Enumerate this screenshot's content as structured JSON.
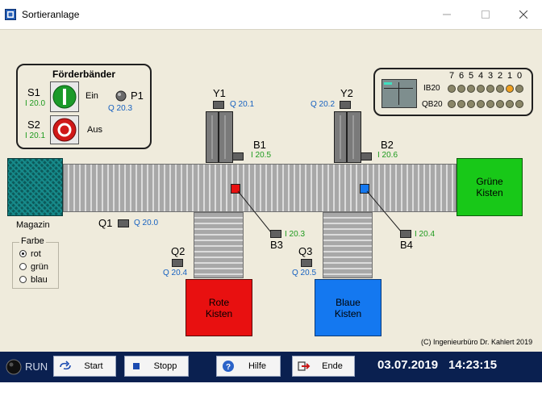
{
  "window": {
    "title": "Sortieranlage"
  },
  "foerderbaender": {
    "title": "Förderbänder",
    "s1": {
      "name": "S1",
      "addr": "I 20.0",
      "label": "Ein"
    },
    "s2": {
      "name": "S2",
      "addr": "I 20.1",
      "label": "Aus"
    },
    "p1": {
      "name": "P1",
      "addr": "Q 20.3"
    }
  },
  "io_panel": {
    "bits": [
      "7",
      "6",
      "5",
      "4",
      "3",
      "2",
      "1",
      "0"
    ],
    "ib_label": "IB20",
    "qb_label": "QB20",
    "ib_active": [
      false,
      false,
      false,
      false,
      false,
      false,
      true,
      false
    ],
    "qb_active": [
      false,
      false,
      false,
      false,
      false,
      false,
      false,
      false
    ],
    "active_color": "#f0a020"
  },
  "actuators": {
    "y1": {
      "name": "Y1",
      "addr": "Q 20.1"
    },
    "y2": {
      "name": "Y2",
      "addr": "Q 20.2"
    },
    "q1": {
      "name": "Q1",
      "addr": "Q 20.0"
    },
    "q2": {
      "name": "Q2",
      "addr": "Q 20.4"
    },
    "q3": {
      "name": "Q3",
      "addr": "Q 20.5"
    }
  },
  "sensors": {
    "b1": {
      "name": "B1",
      "addr": "I 20.5"
    },
    "b2": {
      "name": "B2",
      "addr": "I 20.6"
    },
    "b3": {
      "name": "B3",
      "addr": "I 20.3"
    },
    "b4": {
      "name": "B4",
      "addr": "I 20.4"
    }
  },
  "boxes": {
    "magazin": "Magazin",
    "gruene": [
      "Grüne",
      "Kisten"
    ],
    "rote": [
      "Rote",
      "Kisten"
    ],
    "blaue": [
      "Blaue",
      "Kisten"
    ]
  },
  "farbe": {
    "title": "Farbe",
    "options": [
      "rot",
      "grün",
      "blau"
    ],
    "selected": 0
  },
  "copyright": "(C) Ingenieurbüro Dr. Kahlert 2019",
  "toolbar": {
    "status": "RUN",
    "start": "Start",
    "stopp": "Stopp",
    "hilfe": "Hilfe",
    "ende": "Ende",
    "date": "03.07.2019",
    "time": "14:23:15"
  },
  "colors": {
    "green_box": "#18c818",
    "red_box": "#e81010",
    "blue_box": "#1478f0",
    "addr_blue": "#1560c0",
    "addr_green": "#1c9a1c"
  }
}
